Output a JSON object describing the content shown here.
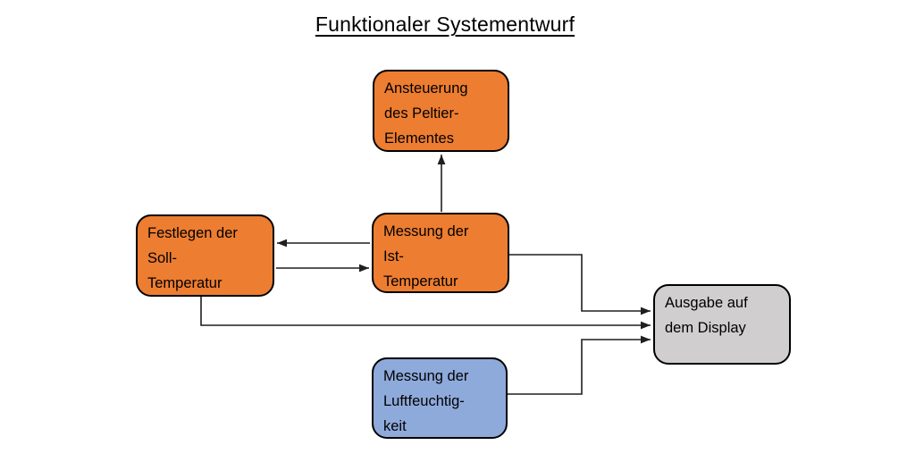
{
  "title": "Funktionaler Systementwurf",
  "colors": {
    "orange": "#ED7D31",
    "blue": "#8EAADB",
    "gray": "#D0CECE",
    "border": "#000000",
    "connector": "#1f1f1f",
    "background": "#FFFFFF"
  },
  "nodes": {
    "ansteuerung": {
      "label": "Ansteuerung\ndes Peltier-\nElementes",
      "color": "orange"
    },
    "festlegen": {
      "label": "Festlegen der\nSoll-\nTemperatur",
      "color": "orange"
    },
    "ist": {
      "label": "Messung der\nIst-\nTemperatur",
      "color": "orange"
    },
    "luft": {
      "label": "Messung der\nLuftfeuchtig-\nkeit",
      "color": "blue"
    },
    "display": {
      "label": "Ausgabe auf\ndem Display",
      "color": "gray"
    }
  },
  "edges": [
    {
      "from": "messung-ist-temperatur",
      "to": "ansteuerung-peltier"
    },
    {
      "from": "messung-ist-temperatur",
      "to": "festlegen-soll-temperatur"
    },
    {
      "from": "festlegen-soll-temperatur",
      "to": "messung-ist-temperatur"
    },
    {
      "from": "messung-ist-temperatur",
      "to": "ausgabe-display"
    },
    {
      "from": "festlegen-soll-temperatur",
      "to": "ausgabe-display"
    },
    {
      "from": "messung-luftfeuchtigkeit",
      "to": "ausgabe-display"
    }
  ]
}
